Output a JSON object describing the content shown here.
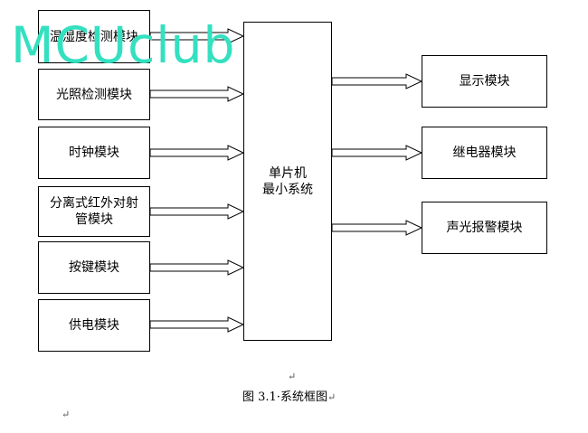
{
  "diagram": {
    "center": {
      "line1": "单片机",
      "line2": "最小系统"
    },
    "inputs": [
      {
        "id": "temp-humidity",
        "lines": [
          "温湿度检测模块"
        ]
      },
      {
        "id": "light",
        "lines": [
          "光照检测模块"
        ]
      },
      {
        "id": "clock",
        "lines": [
          "时钟模块"
        ]
      },
      {
        "id": "infrared",
        "lines": [
          "分离式红外对射",
          "管模块"
        ]
      },
      {
        "id": "keys",
        "lines": [
          "按键模块"
        ]
      },
      {
        "id": "power",
        "lines": [
          "供电模块"
        ]
      }
    ],
    "outputs": [
      {
        "id": "display",
        "label": "显示模块"
      },
      {
        "id": "relay",
        "label": "继电器模块"
      },
      {
        "id": "alarm",
        "label": "声光报警模块"
      }
    ]
  },
  "watermark": "MCUclub",
  "caption": "图 3.1·系统框图",
  "paragraph_mark": "↵"
}
